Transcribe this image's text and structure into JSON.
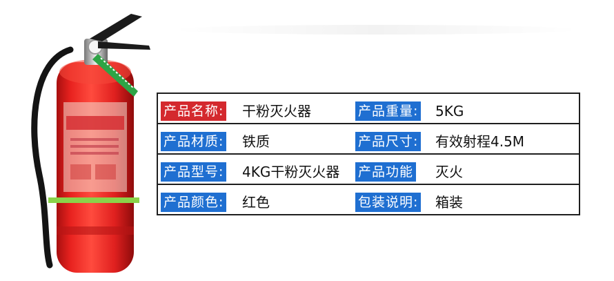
{
  "colors": {
    "label_blue": "#1f6fd1",
    "label_red": "#d4292e",
    "extinguisher_red": "#e0201f"
  },
  "product_image": {
    "icon": "fire-extinguisher-image"
  },
  "specs": [
    {
      "left_label": "产品名称:",
      "left_value": "干粉灭火器",
      "right_label": "产品重量:",
      "right_value": "5KG"
    },
    {
      "left_label": "产品材质:",
      "left_value": "铁质",
      "right_label": "产品尺寸:",
      "right_value": "有效射程4.5M"
    },
    {
      "left_label": "产品型号:",
      "left_value": "4KG干粉灭火器",
      "right_label": "产品功能",
      "right_value": "灭火"
    },
    {
      "left_label": "产品颜色:",
      "left_value": "红色",
      "right_label": "包装说明:",
      "right_value": "箱装"
    }
  ]
}
